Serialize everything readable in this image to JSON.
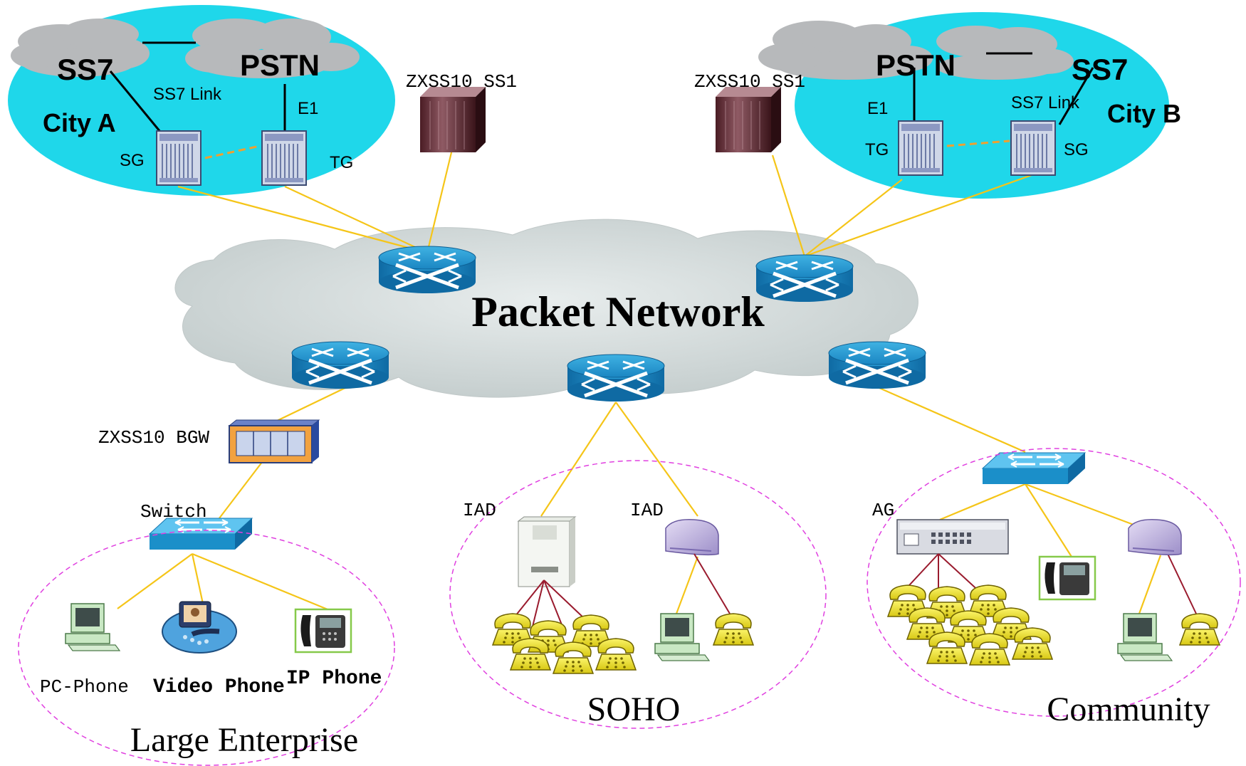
{
  "title": "Packet Network",
  "city_a": {
    "name": "City A",
    "ss7": "SS7",
    "pstn": "PSTN",
    "ss7_link": "SS7 Link",
    "e1": "E1",
    "sg": "SG",
    "tg": "TG"
  },
  "city_b": {
    "name": "City B",
    "ss7": "SS7",
    "pstn": "PSTN",
    "ss7_link": "SS7 Link",
    "e1": "E1",
    "sg": "SG",
    "tg": "TG"
  },
  "softswitch_left": "ZXSS10 SS1",
  "softswitch_right": "ZXSS10 SS1",
  "bgw": "ZXSS10 BGW",
  "switch": "Switch",
  "pc_phone": "PC-Phone",
  "video_phone": "Video Phone",
  "ip_phone": "IP Phone",
  "iad_1": "IAD",
  "iad_2": "IAD",
  "ag": "AG",
  "zones": {
    "enterprise": "Large Enterprise",
    "soho": "SOHO",
    "community": "Community"
  },
  "colors": {
    "city_fill": "#1fd7ea",
    "cloud_grey": "#b9bcbd",
    "packet_cloud": "#d5dede",
    "router_blue": "#1b8fc9",
    "link_yellow": "#f5c518",
    "phone_yellow": "#f2ea3a",
    "zone_border": "#e040e0",
    "tdm_red": "#9a1b2e",
    "dash_orange": "#f0a030"
  }
}
